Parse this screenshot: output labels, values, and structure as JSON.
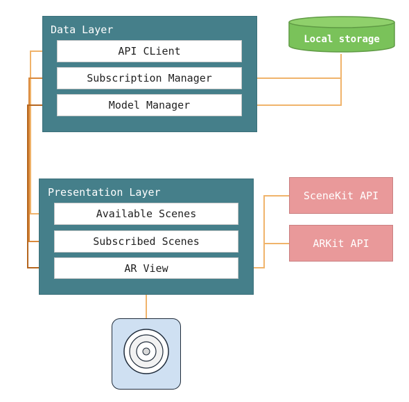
{
  "data_layer": {
    "title": "Data Layer",
    "components": [
      "API CLient",
      "Subscription Manager",
      "Model Manager"
    ]
  },
  "presentation_layer": {
    "title": "Presentation Layer",
    "components": [
      "Available Scenes",
      "Subscribed Scenes",
      "AR View"
    ]
  },
  "storage": {
    "label": "Local storage"
  },
  "apis": [
    "SceneKit API",
    "ARKit API"
  ],
  "device": {
    "icon": "camera-lens-icon"
  },
  "colors": {
    "layer": "#457f8a",
    "storage": "#7ac25a",
    "api": "#e9999a",
    "connector_light": "#f0b36a",
    "connector_dark": "#b5651d",
    "device": "#cfe0f2"
  }
}
